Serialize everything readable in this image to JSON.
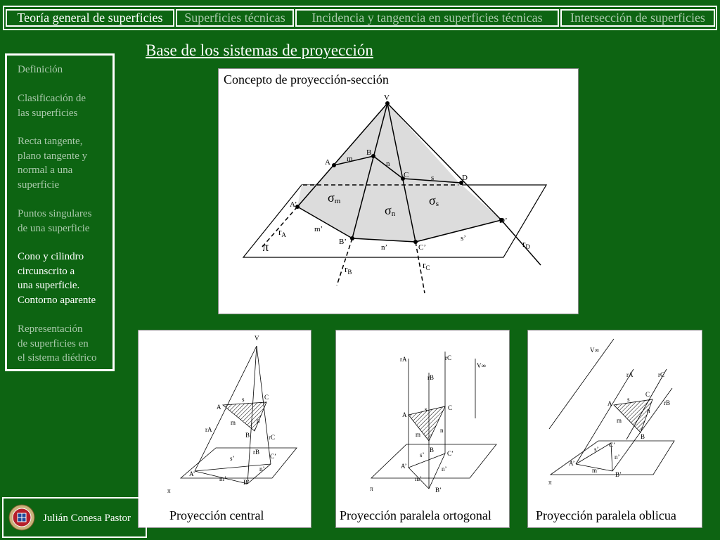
{
  "tabs": [
    {
      "label": "Teoría general de superficies",
      "active": true
    },
    {
      "label": "Superficies técnicas",
      "active": false
    },
    {
      "label": "Incidencia y tangencia en superficies técnicas",
      "active": false
    },
    {
      "label": "Intersección de superficies",
      "active": false
    }
  ],
  "page_title": "Base de los sistemas de proyección",
  "sidebar": {
    "items": [
      {
        "label": "Definición",
        "active": false
      },
      {
        "label": "Clasificación de\nlas superficies",
        "active": false
      },
      {
        "label": "Recta tangente,\nplano tangente y\nnormal a una\nsuperficie",
        "active": false
      },
      {
        "label": "Puntos singulares\nde una superficie",
        "active": false
      },
      {
        "label": "Cono y cilindro\ncircunscrito a\nuna superficie.\nContorno aparente",
        "active": true
      },
      {
        "label": "Representación\nde superficies en\nel sistema diédrico",
        "active": false
      }
    ]
  },
  "main_figure": {
    "title": "Concepto de proyección-sección",
    "labels": {
      "V": "V",
      "A": "A",
      "B": "B",
      "C": "C",
      "D": "D",
      "m": "m",
      "n": "n",
      "s": "s",
      "A_p": "A’",
      "B_p": "B’",
      "C_p": "C’",
      "D_p": "D’",
      "m_p": "m’",
      "n_p": "n’",
      "s_p": "s’",
      "r": "r",
      "sub_A": "A",
      "sub_B": "B",
      "sub_C": "C",
      "sub_D": "D",
      "sigma": "σ",
      "pi": "π"
    }
  },
  "small_figures": [
    {
      "caption": "Proyección central",
      "labels": {
        "V": "V",
        "A": "A",
        "B": "B",
        "C": "C",
        "s": "s",
        "m": "m",
        "n": "n",
        "rA": "rA",
        "rB": "rB",
        "rC": "rC",
        "s_p": "s’",
        "m_p": "m’",
        "n_p": "n’",
        "A_p": "A’",
        "B_p": "B’",
        "C_p": "C’",
        "pi": "π"
      }
    },
    {
      "caption": "Proyección paralela ortogonal",
      "labels": {
        "Vinf": "V∞",
        "A": "A",
        "B": "B",
        "C": "C",
        "s": "s",
        "m": "m",
        "n": "n",
        "rA": "rA",
        "rB": "rB",
        "rC": "rC",
        "s_p": "s’",
        "m_p": "m’",
        "n_p": "n’",
        "A_p": "A’",
        "B_p": "B’",
        "C_p": "C’",
        "pi": "π"
      }
    },
    {
      "caption": "Proyección paralela oblicua",
      "labels": {
        "Vinf": "V∞",
        "A": "A",
        "B": "B",
        "C": "C",
        "s": "s",
        "m": "m",
        "n": "n",
        "rA": "rA",
        "rB": "rB",
        "rC": "rC",
        "s_p": "s’",
        "m_p": "m’",
        "n_p": "n’",
        "A_p": "A’",
        "B_p": "B’",
        "C_p": "C’",
        "pi": "π"
      }
    }
  ],
  "footer": {
    "author": "Julián Conesa Pastor",
    "seal_icon": "university-seal-icon"
  },
  "colors": {
    "background": "#0d6412",
    "inactive_text": "#aac9ac",
    "active_text": "#ffffff",
    "section_fill": "#dddddd"
  }
}
